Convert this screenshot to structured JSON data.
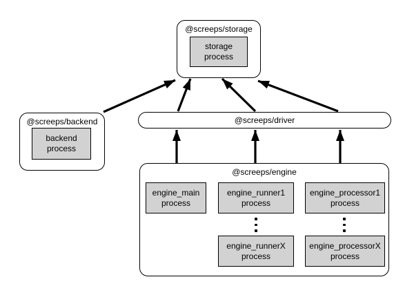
{
  "colors": {
    "background": "#ffffff",
    "stroke": "#000000",
    "process_fill": "#d2d2d2"
  },
  "nodes": {
    "storage": {
      "title": "@screeps/storage",
      "process": [
        "storage",
        "process"
      ]
    },
    "backend": {
      "title": "@screeps/backend",
      "process": [
        "backend",
        "process"
      ]
    },
    "driver": {
      "title": "@screeps/driver"
    },
    "engine": {
      "title": "@screeps/engine",
      "processes": {
        "main": [
          "engine_main",
          "process"
        ],
        "runner1": [
          "engine_runner1",
          "process"
        ],
        "processor1": [
          "engine_processor1",
          "process"
        ],
        "runnerX": [
          "engine_runnerX",
          "process"
        ],
        "processorX": [
          "engine_processorX",
          "process"
        ]
      }
    }
  },
  "edges": [
    {
      "from": "@screeps/backend",
      "to": "@screeps/storage"
    },
    {
      "from": "@screeps/driver",
      "to": "@screeps/storage"
    },
    {
      "from": "@screeps/driver",
      "to": "@screeps/storage"
    },
    {
      "from": "@screeps/driver",
      "to": "@screeps/storage"
    },
    {
      "from": "@screeps/engine",
      "to": "@screeps/driver"
    },
    {
      "from": "@screeps/engine",
      "to": "@screeps/driver"
    },
    {
      "from": "@screeps/engine",
      "to": "@screeps/driver"
    }
  ]
}
